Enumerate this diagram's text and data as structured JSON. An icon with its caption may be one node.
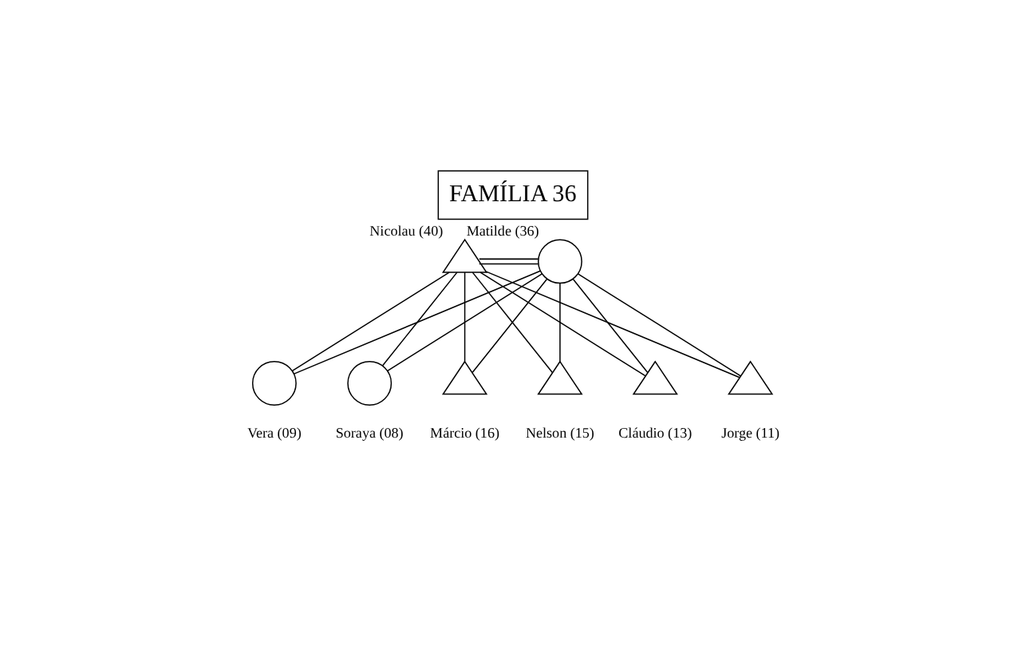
{
  "diagram": {
    "title": "FAMÍLIA 36",
    "nodes": [
      {
        "text": [],
        "shape": "triangle",
        "beside": [
          "Nicolau (40)"
        ]
      },
      {
        "text": [],
        "shape": "circle",
        "beside": [
          "Matilde (36)"
        ]
      },
      {
        "text": [],
        "shape": "circle",
        "beside": [
          "Vera (09)"
        ]
      },
      {
        "text": [],
        "shape": "circle",
        "beside": [
          "Soraya (08)"
        ]
      },
      {
        "text": [],
        "shape": "triangle",
        "beside": [
          "Márcio (16)"
        ]
      },
      {
        "text": [],
        "shape": "triangle",
        "beside": [
          "Nelson (15)"
        ]
      },
      {
        "text": [],
        "shape": "triangle",
        "beside": [
          "Cláudio (13)"
        ]
      },
      {
        "text": [],
        "shape": "triangle",
        "beside": [
          "Jorge (11)"
        ]
      }
    ],
    "edges": [
      {
        "from": 0,
        "to": 1,
        "arrow": "none"
      },
      {
        "from": 0,
        "to": 2,
        "arrow": "none"
      },
      {
        "from": 1,
        "to": 2,
        "arrow": "none"
      },
      {
        "from": 0,
        "to": 3,
        "arrow": "none"
      },
      {
        "from": 1,
        "to": 3,
        "arrow": "none"
      },
      {
        "from": 0,
        "to": 4,
        "arrow": "none"
      },
      {
        "from": 1,
        "to": 4,
        "arrow": "none"
      },
      {
        "from": 0,
        "to": 5,
        "arrow": "none"
      },
      {
        "from": 1,
        "to": 5,
        "arrow": "none"
      },
      {
        "from": 0,
        "to": 6,
        "arrow": "none"
      },
      {
        "from": 1,
        "to": 6,
        "arrow": "none"
      },
      {
        "from": 0,
        "to": 7,
        "arrow": "none"
      },
      {
        "from": 1,
        "to": 7,
        "arrow": "none"
      }
    ]
  }
}
